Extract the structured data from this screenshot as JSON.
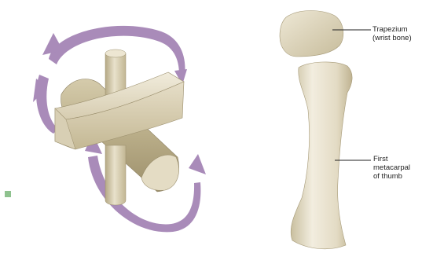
{
  "labels": {
    "trapezium_line1": "Trapezium",
    "trapezium_line2": "(wrist bone)",
    "metacarpal_line1": "First",
    "metacarpal_line2": "metacarpal",
    "metacarpal_line3": "of thumb"
  },
  "colors": {
    "background": "#ffffff",
    "arrow": "#a98bb9",
    "saddle_light": "#e9e2cf",
    "saddle_mid": "#cfc5a8",
    "saddle_dark": "#a99c78",
    "bone_light": "#efe9d8",
    "bone_mid": "#ddd4bb",
    "bone_dark": "#b9ad8e",
    "leader_line": "#222222",
    "marker": "#8fc28f"
  },
  "icons": {
    "rotation_arrows": "curved-rotation-arrows-icon",
    "saddle_joint": "saddle-joint-model",
    "marker": "green-square-marker"
  }
}
